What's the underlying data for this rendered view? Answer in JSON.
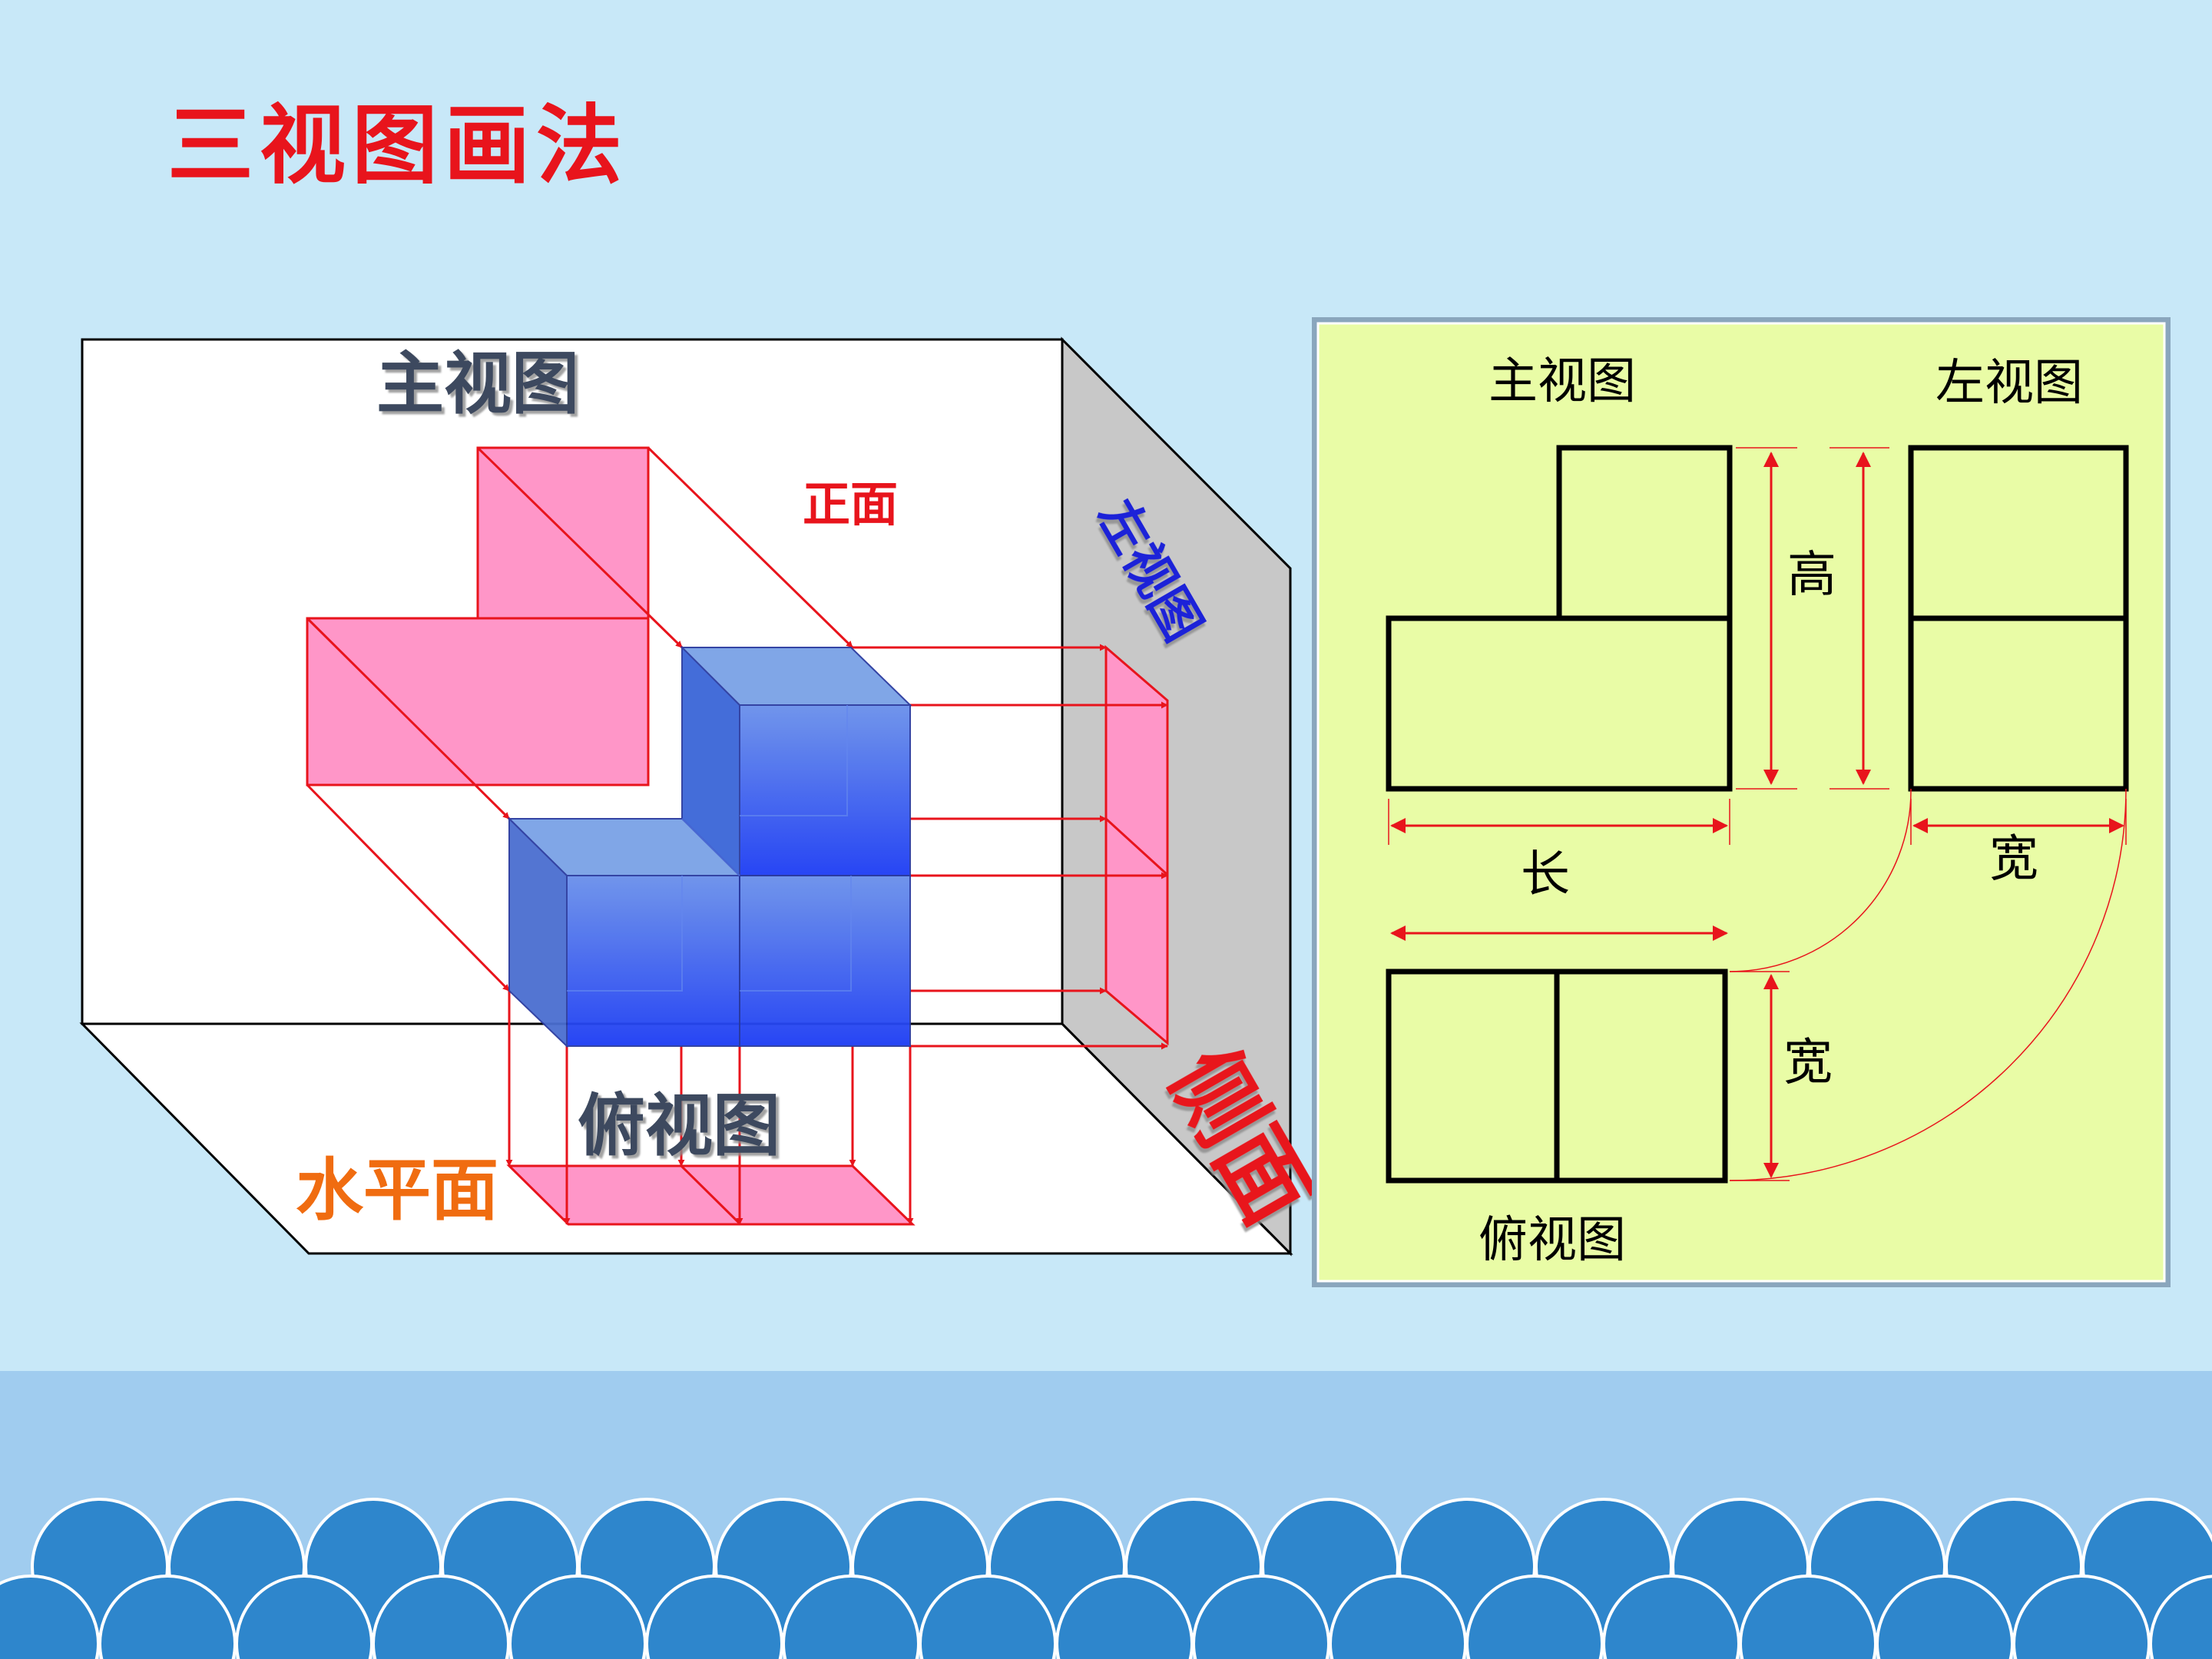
{
  "slide_title": "三视图画法",
  "colors": {
    "background": "#c8e8f8",
    "title": "#e8141c",
    "panel_fill": "#e9fca6",
    "panel_border": "#8aa6bd",
    "dim_line": "#e8141c",
    "dark_label": "#3c4a5e",
    "blue_label": "#1a22d8",
    "orange_label": "#f06c10",
    "red_label": "#e8141c",
    "projection_fill": "#ff96c8",
    "cube_blue": "#2b5cf0",
    "wave": "#2e86cc",
    "sea": "#a0ccef"
  },
  "scene": {
    "label_front_view": "主视图",
    "label_front_plane": "正面",
    "label_left_view": "左视图",
    "label_side_plane": "侧面",
    "label_top_view": "俯视图",
    "label_horizontal_plane": "水平面"
  },
  "drawing_panel": {
    "label_front_view": "主视图",
    "label_left_view": "左视图",
    "label_top_view": "俯视图",
    "dim_height": "高",
    "dim_length": "长",
    "dim_width_left": "宽",
    "dim_width_top": "宽"
  }
}
